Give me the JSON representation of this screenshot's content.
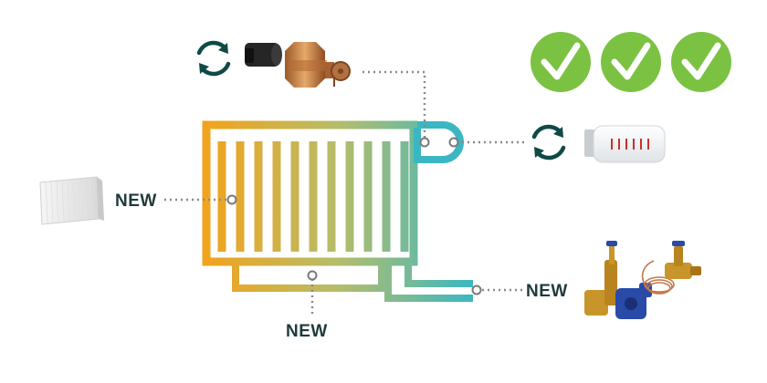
{
  "labels": {
    "new_radiator": "NEW",
    "new_pipework": "NEW",
    "new_valves": "NEW"
  },
  "icons": {
    "reuse_actuator": "refresh-icon",
    "reuse_thermostat": "refresh-icon",
    "check": "check-icon"
  },
  "colors": {
    "gradient_start": "#f4a21a",
    "gradient_mid": "#b5bd6a",
    "gradient_end": "#3ab7c3",
    "check_green": "#7cc242",
    "cycle_dark": "#0f4a45",
    "label_text": "#1e3a3a",
    "valve_blue": "#2a4aa8",
    "brass": "#c8952a",
    "copper": "#c47a4a"
  },
  "check_count": 3
}
